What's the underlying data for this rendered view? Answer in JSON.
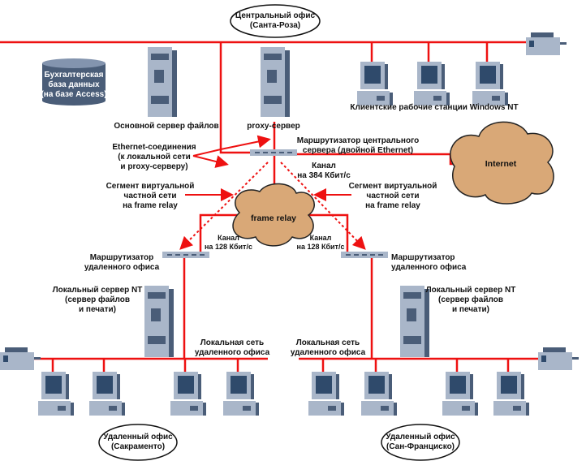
{
  "colors": {
    "link": "#ee1111",
    "device": "#a9b6c9",
    "device_dark": "#4a5d78",
    "screen": "#2f4a6b",
    "cloud": "#d9a877"
  },
  "central_office": [
    "Центральный офис",
    "(Санта-Роза)"
  ],
  "database": [
    "Бухгалтерская",
    "база данных",
    "(на базе Access)"
  ],
  "file_server": "Основной сервер файлов",
  "proxy_server": "proxy-сервер",
  "workstations": "Клиентские рабочие станции Windows NT",
  "ethernet_links": [
    "Ethernet-соединения",
    "(к локальной сети",
    "и proxy-серверу)"
  ],
  "central_router": [
    "Маршрутизатор центрального",
    "сервера (двойной Ethernet)"
  ],
  "internet": "Internet",
  "channel_384": [
    "Канал",
    "на 384 Кбит/с"
  ],
  "vpn_left": [
    "Сегмент виртуальной",
    "частной сети",
    "на frame relay"
  ],
  "vpn_right": [
    "Сегмент виртуальной",
    "частной сети",
    "на frame relay"
  ],
  "frame_relay": "frame relay",
  "channel_128_left": [
    "Канал",
    "на 128 Кбит/с"
  ],
  "channel_128_right": [
    "Канал",
    "на 128 Кбит/с"
  ],
  "remote_router_left": [
    "Маршрутизатор",
    "удаленного офиса"
  ],
  "remote_router_right": [
    "Маршрутизатор",
    "удаленного офиса"
  ],
  "local_server_left": [
    "Локальный сервер NT",
    "(сервер файлов",
    "и печати)"
  ],
  "local_server_right": [
    "Локальный сервер NT",
    "(сервер файлов",
    "и печати)"
  ],
  "remote_lan_left": [
    "Локальная сеть",
    "удаленного офиса"
  ],
  "remote_lan_right": [
    "Локальная сеть",
    "удаленного офиса"
  ],
  "office_left": [
    "Удаленный офис",
    "(Сакраменто)"
  ],
  "office_right": [
    "Удаленный офис",
    "(Сан-Франциско)"
  ]
}
